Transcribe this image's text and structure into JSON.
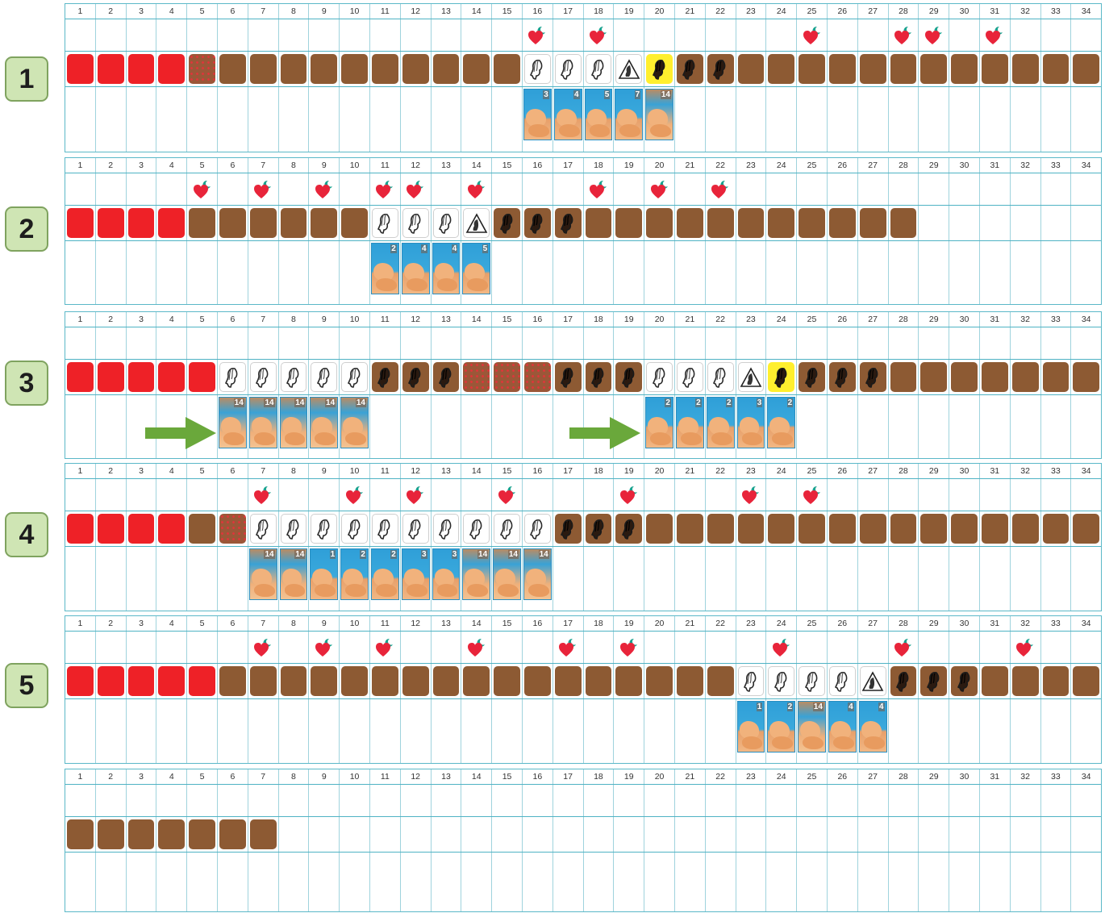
{
  "columns": [
    "1",
    "2",
    "3",
    "4",
    "5",
    "6",
    "7",
    "8",
    "9",
    "10",
    "11",
    "12",
    "13",
    "14",
    "15",
    "16",
    "17",
    "18",
    "19",
    "20",
    "21",
    "22",
    "23",
    "24",
    "25",
    "26",
    "27",
    "28",
    "29",
    "30",
    "31",
    "32",
    "33",
    "34"
  ],
  "legend_colors": {
    "menstruation": "#ee2127",
    "dry": "#8d5a33",
    "spotting": "#ee2127",
    "peak": "#ffef2e",
    "cycle_label_bg": "#cfe5b4",
    "arrow": "#6aa83b"
  },
  "charts": [
    {
      "label": "1",
      "hearts": [
        16,
        18,
        25,
        28,
        29,
        31
      ],
      "blocks": [
        "red",
        "red",
        "red",
        "red",
        "dotted",
        "brown",
        "brown",
        "brown",
        "brown",
        "brown",
        "brown",
        "brown",
        "brown",
        "brown",
        "brown",
        "face",
        "face",
        "face",
        "triangle",
        "yellowface",
        "brownface",
        "brownface",
        "brown",
        "brown",
        "brown",
        "brown",
        "brown",
        "brown",
        "brown",
        "brown",
        "brown",
        "brown",
        "brown",
        "brown"
      ],
      "cards": [
        {
          "day": 16,
          "num": "3"
        },
        {
          "day": 17,
          "num": "4"
        },
        {
          "day": 18,
          "num": "5"
        },
        {
          "day": 19,
          "num": "7"
        },
        {
          "day": 20,
          "num": "14"
        }
      ]
    },
    {
      "label": "2",
      "hearts": [
        5,
        7,
        9,
        11,
        12,
        14,
        18,
        20,
        22
      ],
      "blocks": [
        "red",
        "red",
        "red",
        "red",
        "brown",
        "brown",
        "brown",
        "brown",
        "brown",
        "brown",
        "face",
        "face",
        "face",
        "triangle",
        "brownface",
        "brownface",
        "brownface",
        "brown",
        "brown",
        "brown",
        "brown",
        "brown",
        "brown",
        "brown",
        "brown",
        "brown",
        "brown",
        "brown",
        "",
        "",
        "",
        "",
        "",
        ""
      ],
      "cards": [
        {
          "day": 11,
          "num": "2"
        },
        {
          "day": 12,
          "num": "4"
        },
        {
          "day": 13,
          "num": "4"
        },
        {
          "day": 14,
          "num": "5"
        }
      ]
    },
    {
      "label": "3",
      "hearts": [],
      "blocks": [
        "red",
        "red",
        "red",
        "red",
        "red",
        "face",
        "face",
        "face",
        "face",
        "face",
        "brownface",
        "brownface",
        "brownface",
        "dotted",
        "dotted",
        "dotted",
        "brownface",
        "brownface",
        "brownface",
        "face",
        "face",
        "face",
        "triangle",
        "yellowface",
        "brownface",
        "brownface",
        "brownface",
        "brown",
        "brown",
        "brown",
        "brown",
        "brown",
        "brown",
        "brown"
      ],
      "cards": [
        {
          "day": 6,
          "num": "14"
        },
        {
          "day": 7,
          "num": "14"
        },
        {
          "day": 8,
          "num": "14"
        },
        {
          "day": 9,
          "num": "14"
        },
        {
          "day": 10,
          "num": "14"
        },
        {
          "day": 20,
          "num": "2"
        },
        {
          "day": 21,
          "num": "2"
        },
        {
          "day": 22,
          "num": "2"
        },
        {
          "day": 23,
          "num": "3"
        },
        {
          "day": 24,
          "num": "2"
        }
      ]
    },
    {
      "label": "4",
      "hearts": [
        7,
        10,
        12,
        15,
        19,
        23,
        25
      ],
      "blocks": [
        "red",
        "red",
        "red",
        "red",
        "brown",
        "dotted",
        "face",
        "face",
        "face",
        "face",
        "face",
        "face",
        "face",
        "face",
        "face",
        "face",
        "brownface",
        "brownface",
        "brownface",
        "brown",
        "brown",
        "brown",
        "brown",
        "brown",
        "brown",
        "brown",
        "brown",
        "brown",
        "brown",
        "brown",
        "brown",
        "brown",
        "brown",
        "brown"
      ],
      "cards": [
        {
          "day": 7,
          "num": "14"
        },
        {
          "day": 8,
          "num": "14"
        },
        {
          "day": 9,
          "num": "1"
        },
        {
          "day": 10,
          "num": "2"
        },
        {
          "day": 11,
          "num": "2"
        },
        {
          "day": 12,
          "num": "3"
        },
        {
          "day": 13,
          "num": "3"
        },
        {
          "day": 14,
          "num": "14"
        },
        {
          "day": 15,
          "num": "14"
        },
        {
          "day": 16,
          "num": "14"
        }
      ]
    },
    {
      "label": "5",
      "hearts": [
        7,
        9,
        11,
        14,
        17,
        19,
        24,
        28,
        32
      ],
      "blocks": [
        "red",
        "red",
        "red",
        "red",
        "red",
        "brown",
        "brown",
        "brown",
        "brown",
        "brown",
        "brown",
        "brown",
        "brown",
        "brown",
        "brown",
        "brown",
        "brown",
        "brown",
        "brown",
        "brown",
        "brown",
        "brown",
        "face",
        "face",
        "face",
        "face",
        "triangle",
        "brownface",
        "brownface",
        "brownface",
        "brown",
        "brown",
        "brown",
        "brown"
      ],
      "cards": [
        {
          "day": 23,
          "num": "1"
        },
        {
          "day": 24,
          "num": "2"
        },
        {
          "day": 25,
          "num": "14"
        },
        {
          "day": 26,
          "num": "4"
        },
        {
          "day": 27,
          "num": "4"
        }
      ]
    },
    {
      "label": "",
      "hearts": [],
      "blocks": [
        "brown",
        "brown",
        "brown",
        "brown",
        "brown",
        "brown",
        "brown",
        "",
        "",
        "",
        "",
        "",
        "",
        "",
        "",
        "",
        "",
        "",
        "",
        "",
        "",
        "",
        "",
        "",
        "",
        "",
        "",
        "",
        "",
        "",
        "",
        "",
        "",
        ""
      ],
      "cards": []
    }
  ]
}
